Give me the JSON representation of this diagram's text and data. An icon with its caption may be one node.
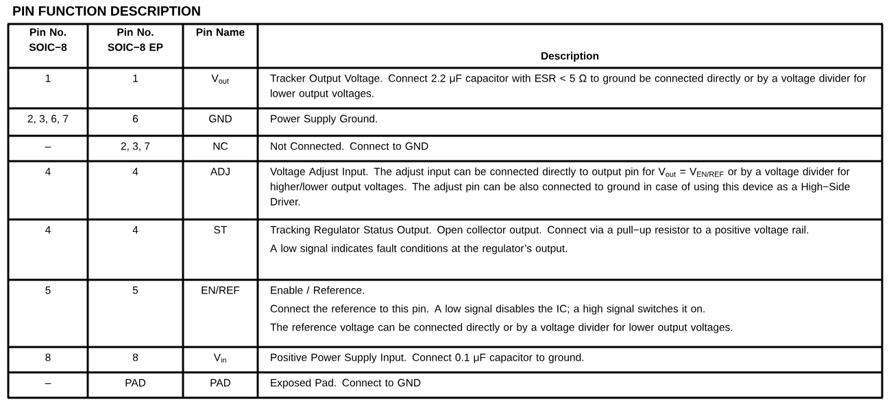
{
  "diagram": {
    "title": "PIN FUNCTION DESCRIPTION",
    "labels": [
      "Pin No. SOIC−8",
      "Pin No. SOIC−8 EP",
      "Pin Name",
      "Description",
      "1",
      "1",
      "V$_{out}$",
      "Tracker Output Voltage. Connect 2.2 μF capacitor with ESR < 5 Ω to ground be connected directly or by a voltage divider for lower output voltages.",
      "2, 3, 6, 7",
      "6",
      "GND",
      "Power Supply Ground.",
      "–",
      "2, 3, 7",
      "NC",
      "Not Connected. Connect to GND",
      "4",
      "4",
      "ADJ",
      "Voltage Adjust Input. The adjust input can be connected directly to output pin for V$_{out}$ = V$_{EN/REF}$ or by a voltage divider for higher/lower output voltages. The adjust pin can be also connected to ground in case of using this device as a High−Side Driver.",
      "4",
      "4",
      "ST",
      "Tracking Regulator Status Output. Open collector output. Connect via a pull−up resistor to a positive voltage rail.",
      "A low signal indicates fault conditions at the regulator’s output.",
      "5",
      "5",
      "EN/REF",
      "Enable / Reference.",
      "Connect the reference to this pin. A low signal disables the IC; a high signal switches it on.",
      "The reference voltage can be connected directly or by a voltage divider for lower output voltages.",
      "8",
      "8",
      "V$_{in}$",
      "Positive Power Supply Input. Connect 0.1 μF capacitor to ground.",
      "–",
      "PAD",
      "PAD",
      "Exposed Pad. Connect to GND"
    ]
  }
}
